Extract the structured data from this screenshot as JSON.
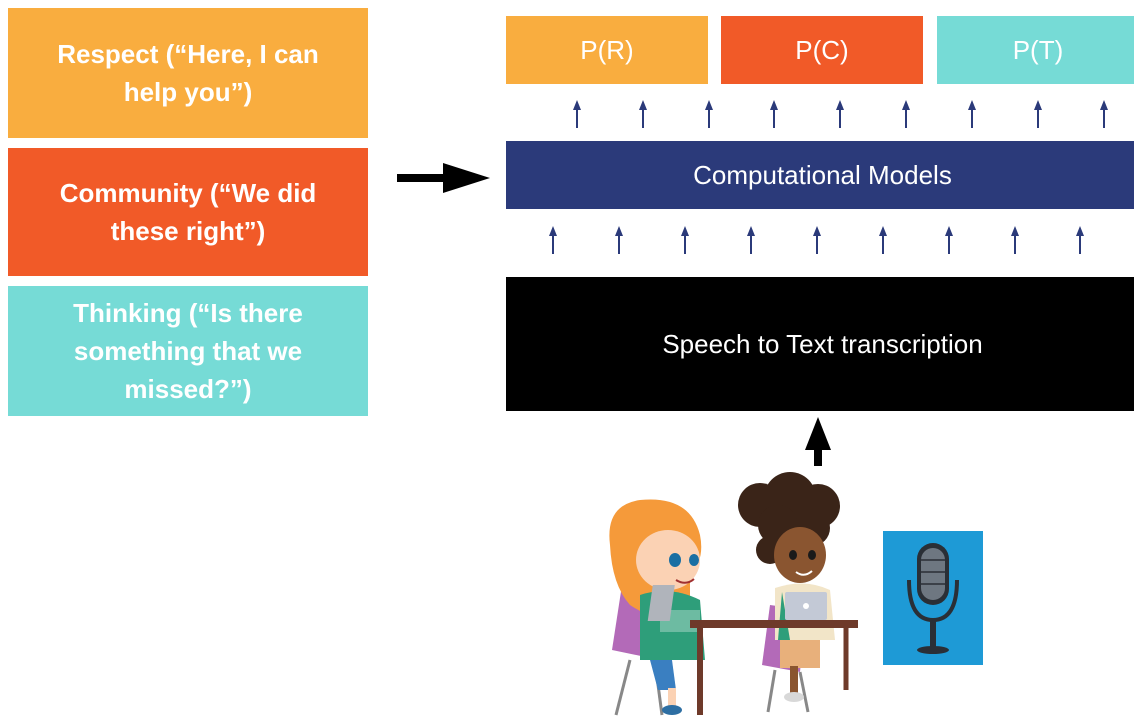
{
  "categories": [
    {
      "id": "respect",
      "lines": [
        "Respect (“Here, I can",
        "help you”)"
      ],
      "color": "#f9ad3f"
    },
    {
      "id": "community",
      "lines": [
        "Community (“We did",
        "these right”)"
      ],
      "color": "#f15a28"
    },
    {
      "id": "thinking",
      "lines": [
        "Thinking (“Is there",
        "something that we",
        "missed?”)"
      ],
      "color": "#76dbd6"
    }
  ],
  "outputs": [
    {
      "label": "P(R)",
      "color": "#f9ad3f"
    },
    {
      "label": "P(C)",
      "color": "#f15a28"
    },
    {
      "label": "P(T)",
      "color": "#76dbd6"
    }
  ],
  "models": {
    "label": "Computational Models",
    "color": "#2b3a7a"
  },
  "transcription": {
    "label": "Speech to Text transcription",
    "color": "#000000"
  },
  "icons": [
    "right-arrow-icon",
    "up-arrow-icon",
    "children-at-laptops-icon",
    "microphone-icon"
  ]
}
